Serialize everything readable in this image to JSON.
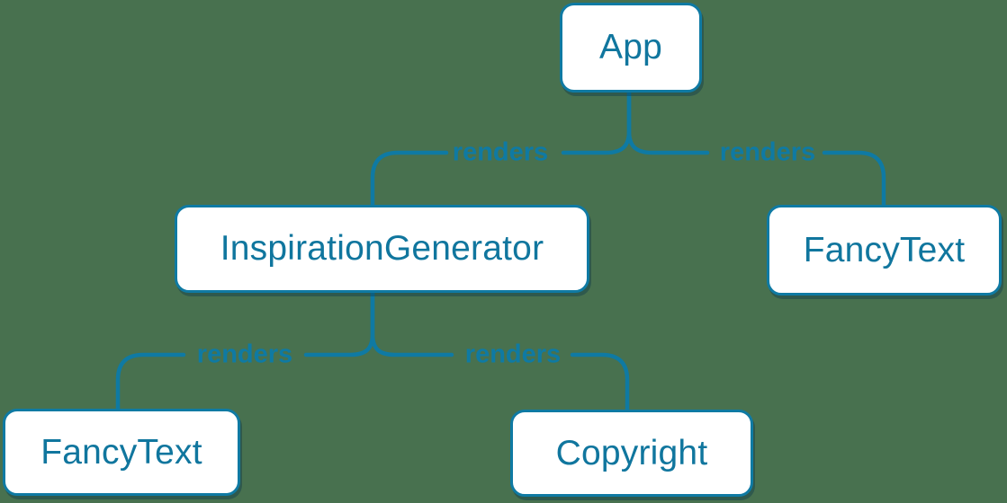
{
  "diagram": {
    "type": "render-tree",
    "nodes": [
      {
        "id": "app",
        "label": "App"
      },
      {
        "id": "inspiration-generator",
        "label": "InspirationGenerator"
      },
      {
        "id": "fancy-text-top",
        "label": "FancyText"
      },
      {
        "id": "fancy-text-bottom",
        "label": "FancyText"
      },
      {
        "id": "copyright",
        "label": "Copyright"
      }
    ],
    "edges": [
      {
        "from": "App",
        "to": "InspirationGenerator",
        "label": "renders"
      },
      {
        "from": "App",
        "to": "FancyText",
        "label": "renders"
      },
      {
        "from": "InspirationGenerator",
        "to": "FancyText",
        "label": "renders"
      },
      {
        "from": "InspirationGenerator",
        "to": "Copyright",
        "label": "renders"
      }
    ],
    "colors": {
      "background": "#48714f",
      "accent": "#0f7aa3",
      "node_fill": "#ffffff",
      "node_text": "#10769e"
    }
  }
}
